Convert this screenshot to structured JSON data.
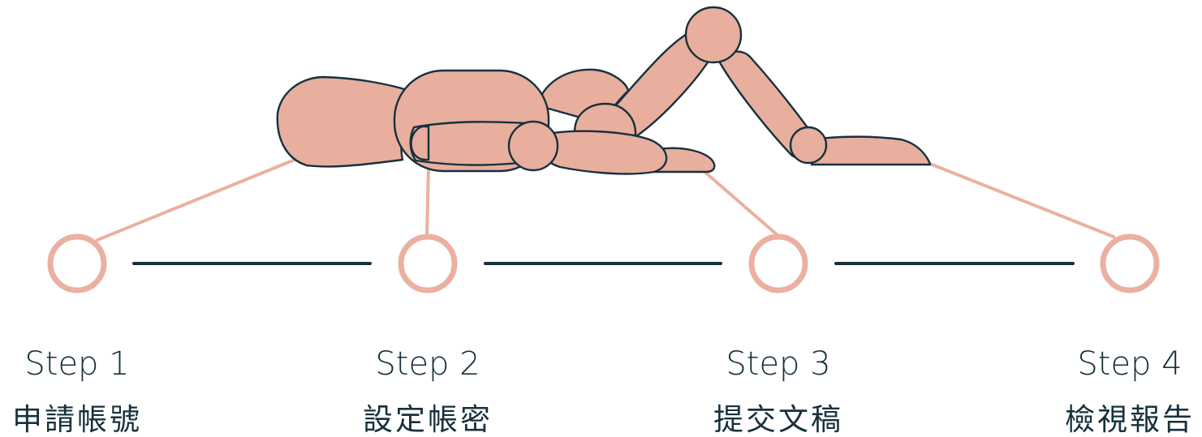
{
  "colors": {
    "accent": "#EBB0A2",
    "dark": "#16313C",
    "figure_fill": "#E8AE9E"
  },
  "figure": {
    "icon": "wooden-mannequin-lying-icon"
  },
  "steps": [
    {
      "title": "Step 1",
      "subtitle": "申請帳號"
    },
    {
      "title": "Step 2",
      "subtitle": "設定帳密"
    },
    {
      "title": "Step 3",
      "subtitle": "提交文稿"
    },
    {
      "title": "Step 4",
      "subtitle": "檢視報告"
    }
  ]
}
